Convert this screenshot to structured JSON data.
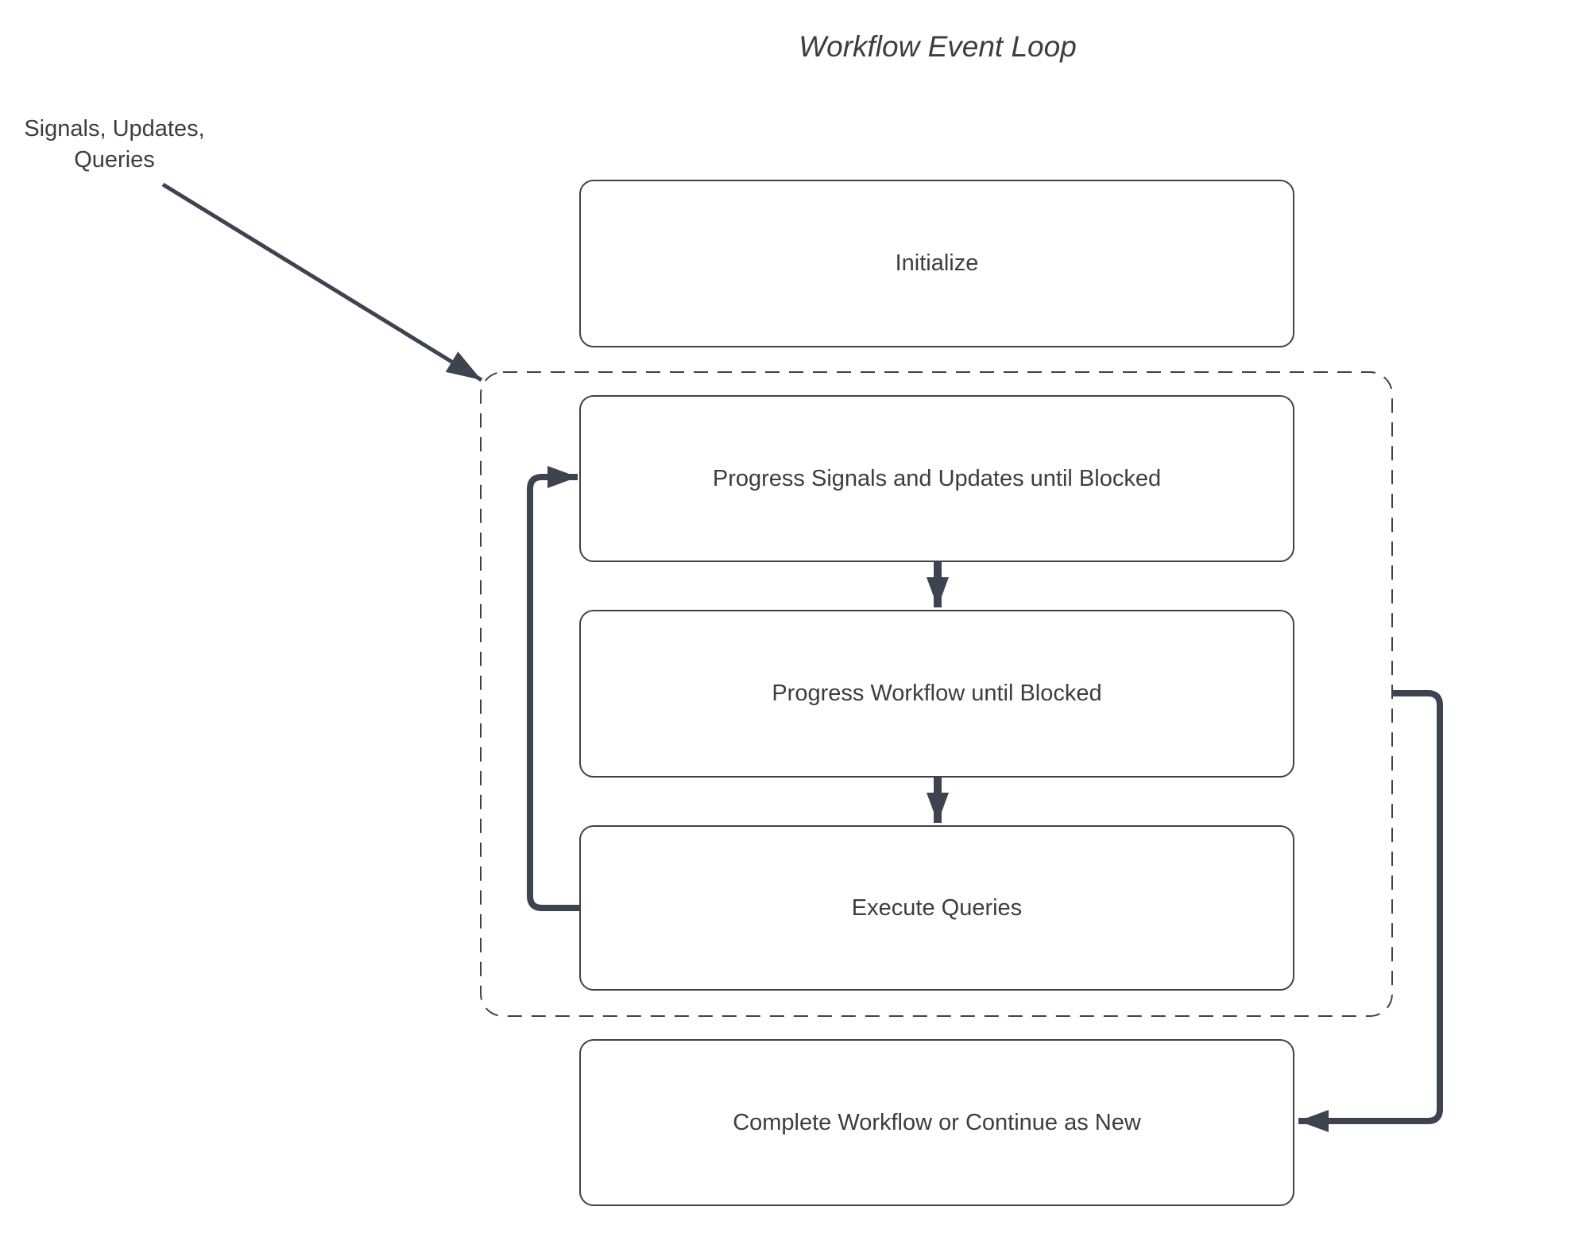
{
  "diagram": {
    "title": "Workflow Event Loop",
    "input_label": "Signals, Updates,\nQueries",
    "nodes": {
      "initialize": "Initialize",
      "progress_signals": "Progress Signals and Updates until Blocked",
      "progress_workflow": "Progress Workflow until Blocked",
      "execute_queries": "Execute Queries",
      "complete": "Complete Workflow or Continue as New"
    },
    "colors": {
      "arrow": "#3d4450",
      "box_border": "#424242",
      "text": "#3d3d3d",
      "background": "#ffffff"
    }
  }
}
